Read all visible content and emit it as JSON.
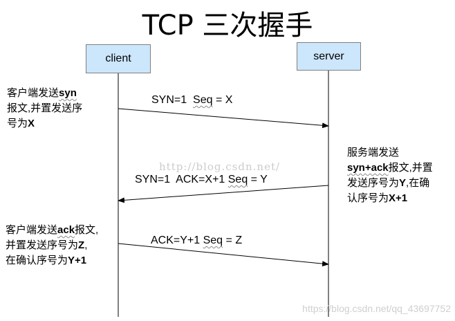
{
  "title": "TCP 三次握手",
  "actors": {
    "client": "client",
    "server": "server"
  },
  "messages": [
    {
      "label_pre": "SYN=1  ",
      "label_wavy": "Seq",
      "label_post": " = X"
    },
    {
      "label_pre": "SYN=1  ACK=X+1 ",
      "label_wavy": "Seq",
      "label_post": " = Y"
    },
    {
      "label_pre": "ACK=Y+1 ",
      "label_wavy": "Seq",
      "label_post": " = Z"
    }
  ],
  "notes": {
    "client_step1": {
      "line1_pre": "客户端发送",
      "line1_bold": "syn",
      "line2": "报文,并置发送序",
      "line3_pre": "号为",
      "line3_bold": "X"
    },
    "server_step2": {
      "line1": "服务端发送",
      "line2_bold": "syn+ack",
      "line2_post": "报文,并置",
      "line3_pre": "发送序号为",
      "line3_bold": "Y",
      "line3_post": ",在确",
      "line4_pre": "认序号为",
      "line4_bold": "X+1"
    },
    "client_step3": {
      "line1_pre": "客户端发送",
      "line1_bold": "ack",
      "line1_post": "报文,",
      "line2_pre": "并置发送序号为",
      "line2_bold": "Z",
      "line2_post": ",",
      "line3_pre": "在确认序号为",
      "line3_bold": "Y+1"
    }
  },
  "watermarks": {
    "center": "http://blog.csdn.net/",
    "corner": "https://blog.csdn.net/qq_43697752"
  }
}
